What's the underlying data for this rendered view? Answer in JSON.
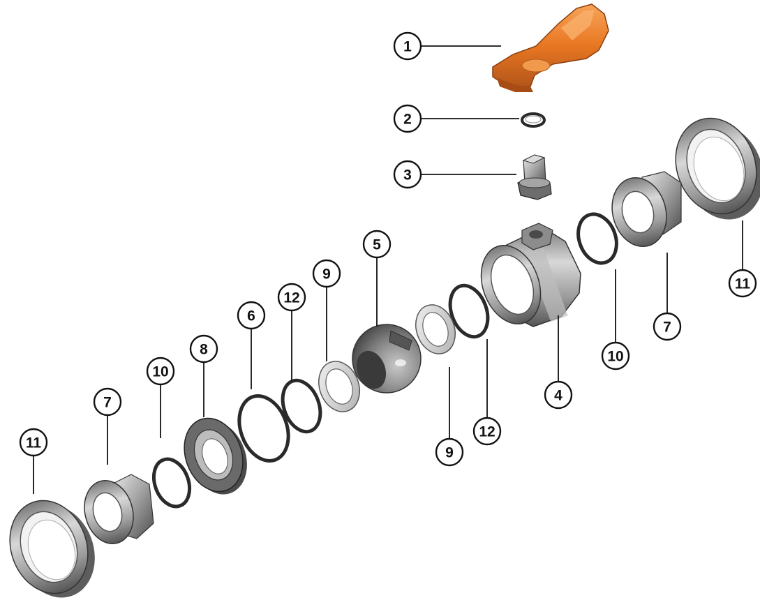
{
  "diagram": {
    "type": "exploded-view",
    "colors": {
      "handle": "#e87722",
      "body_grey": "#8a8a8a",
      "seal_light": "#d9d9d9",
      "oring_dark": "#2a2a2a"
    },
    "callouts": [
      {
        "id": "c1",
        "label": "1"
      },
      {
        "id": "c2",
        "label": "2"
      },
      {
        "id": "c3",
        "label": "3"
      },
      {
        "id": "c4",
        "label": "4"
      },
      {
        "id": "c5",
        "label": "5"
      },
      {
        "id": "c6",
        "label": "6"
      },
      {
        "id": "c7a",
        "label": "7"
      },
      {
        "id": "c7b",
        "label": "7"
      },
      {
        "id": "c8",
        "label": "8"
      },
      {
        "id": "c9a",
        "label": "9"
      },
      {
        "id": "c9b",
        "label": "9"
      },
      {
        "id": "c10a",
        "label": "10"
      },
      {
        "id": "c10b",
        "label": "10"
      },
      {
        "id": "c11a",
        "label": "11"
      },
      {
        "id": "c11b",
        "label": "11"
      },
      {
        "id": "c12a",
        "label": "12"
      },
      {
        "id": "c12b",
        "label": "12"
      }
    ]
  }
}
